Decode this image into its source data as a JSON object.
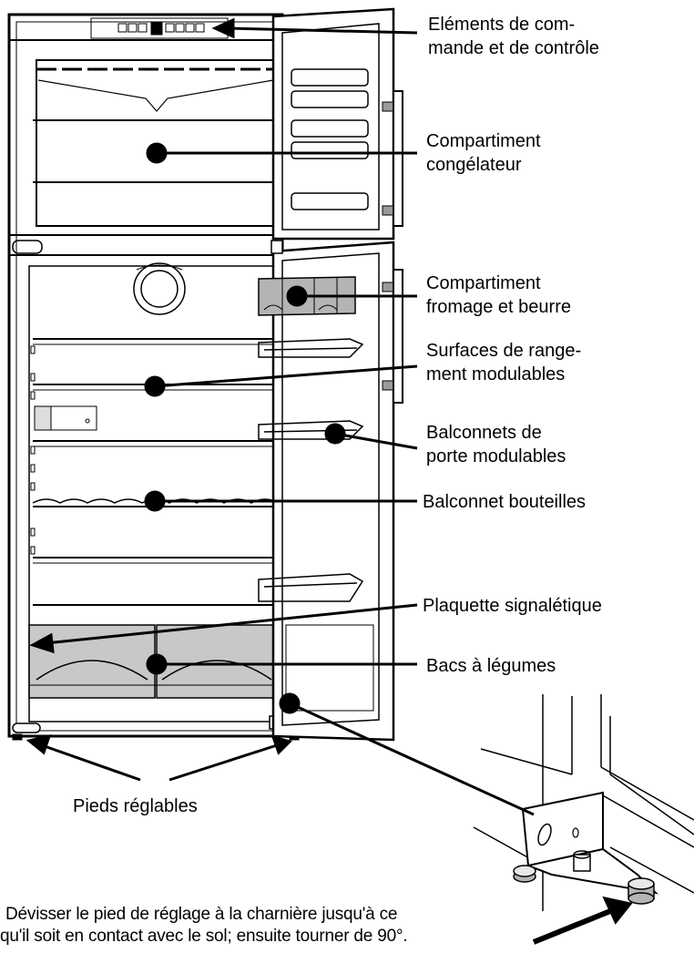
{
  "labels": {
    "controls": [
      "Eléments de com-",
      "mande et de contrôle"
    ],
    "freezer": [
      "Compartiment",
      "congélateur"
    ],
    "cheese_butter": [
      "Compartiment",
      "fromage et beurre"
    ],
    "shelves": [
      "Surfaces de range-",
      "ment modulables"
    ],
    "door_shelves": [
      "Balconnets de",
      "porte modulables"
    ],
    "bottle_shelf": [
      "Balconnet bouteilles"
    ],
    "rating_plate": [
      "Plaquette signalétique"
    ],
    "crispers": [
      "Bacs à légumes"
    ],
    "feet": [
      "Pieds réglables"
    ]
  },
  "instruction": [
    "Dévisser le pied de réglage à la charnière jusqu'à ce",
    "qu'il soit en contact avec le sol; ensuite tourner de 90°."
  ],
  "colors": {
    "line": "#000000",
    "drawer_fill": "#c8c8c8",
    "dairy_fill": "#b4b4b4",
    "handle_fill": "#9a9a9a",
    "background": "#ffffff"
  }
}
